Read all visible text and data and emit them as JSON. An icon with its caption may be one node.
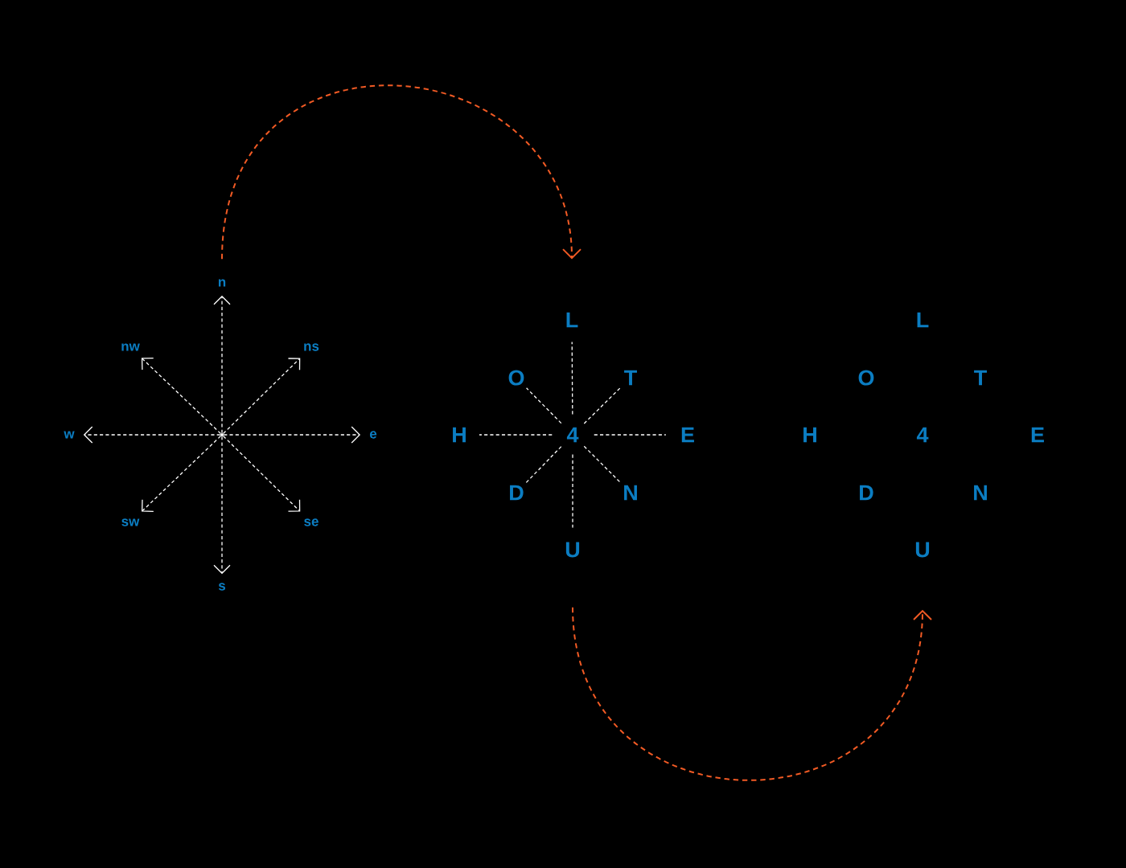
{
  "diagram": {
    "nodes": [
      {
        "text": [
          "n"
        ]
      },
      {
        "text": [
          "nw"
        ]
      },
      {
        "text": [
          "ns"
        ]
      },
      {
        "text": [
          "w"
        ]
      },
      {
        "text": [],
        "shape": "circle"
      },
      {
        "text": [
          "e"
        ]
      },
      {
        "text": [
          "sw"
        ]
      },
      {
        "text": [
          "se"
        ]
      },
      {
        "text": [
          "s"
        ]
      },
      {
        "text": [
          "L"
        ]
      },
      {
        "text": [
          "O"
        ]
      },
      {
        "text": [
          "T"
        ]
      },
      {
        "text": [
          "H"
        ]
      },
      {
        "text": [
          "4"
        ]
      },
      {
        "text": [
          "E"
        ]
      },
      {
        "text": [
          "D"
        ]
      },
      {
        "text": [
          "N"
        ]
      },
      {
        "text": [
          "U"
        ]
      },
      {
        "text": [
          "U"
        ]
      }
    ],
    "edges": [
      {
        "from": 4,
        "to": 0,
        "arrow": "to",
        "style": "dashed"
      },
      {
        "from": 4,
        "to": 2,
        "arrow": "to",
        "style": "dashed"
      },
      {
        "from": 4,
        "to": 5,
        "arrow": "to",
        "style": "dashed"
      },
      {
        "from": 4,
        "to": 7,
        "arrow": "to",
        "style": "dashed"
      },
      {
        "from": 4,
        "to": 8,
        "arrow": "to",
        "style": "dashed"
      },
      {
        "from": 4,
        "to": 6,
        "arrow": "to",
        "style": "dashed"
      },
      {
        "from": 4,
        "to": 3,
        "arrow": "to",
        "style": "dashed"
      },
      {
        "from": 4,
        "to": 1,
        "arrow": "to",
        "style": "dashed"
      },
      {
        "from": 13,
        "to": 9,
        "arrow": "none",
        "style": "dashed"
      },
      {
        "from": 13,
        "to": 11,
        "arrow": "none",
        "style": "dashed"
      },
      {
        "from": 13,
        "to": 14,
        "arrow": "none",
        "style": "dashed"
      },
      {
        "from": 13,
        "to": 16,
        "arrow": "none",
        "style": "dashed"
      },
      {
        "from": 13,
        "to": 17,
        "arrow": "none",
        "style": "dashed"
      },
      {
        "from": 13,
        "to": 15,
        "arrow": "none",
        "style": "dashed"
      },
      {
        "from": 13,
        "to": 12,
        "arrow": "none",
        "style": "dashed"
      },
      {
        "from": 13,
        "to": 10,
        "arrow": "none",
        "style": "dashed"
      },
      {
        "from": 0,
        "to": 9,
        "arrow": "to",
        "style": "dashed",
        "color": "#f15a24"
      },
      {
        "from": 17,
        "to": 18,
        "arrow": "to",
        "style": "dashed",
        "color": "#f15a24"
      }
    ],
    "labels": [
      "L",
      "O",
      "T",
      "H",
      "4",
      "E",
      "D",
      "N"
    ]
  }
}
